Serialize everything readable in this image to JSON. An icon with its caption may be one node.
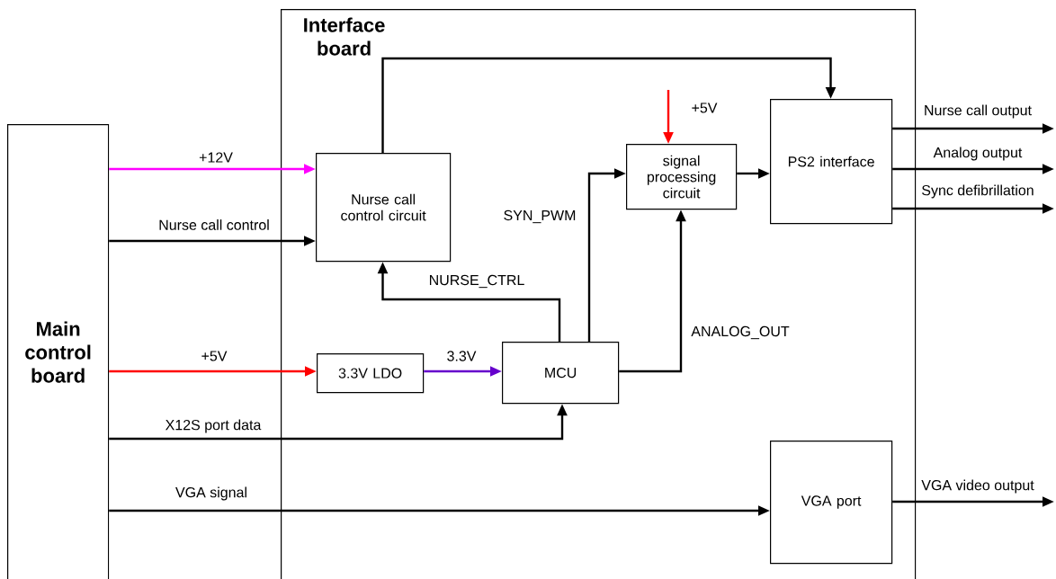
{
  "diagram": {
    "nodes": [
      {
        "text": [
          "Main control board"
        ]
      },
      {
        "text": [
          "Interface board"
        ]
      },
      {
        "text": [
          "Nurse call control circuit"
        ],
        "in": 1
      },
      {
        "text": [
          "signal processing circuit"
        ],
        "in": 1
      },
      {
        "text": [
          "PS2 interface"
        ],
        "in": 1
      },
      {
        "text": [
          "3.3V LDO"
        ],
        "in": 1
      },
      {
        "text": [
          "MCU"
        ],
        "in": 1
      },
      {
        "text": [
          "VGA port"
        ],
        "in": 1
      }
    ],
    "edges": [
      {
        "from": 0,
        "to": 2,
        "arrow": "to",
        "label": "+12V",
        "color": "#ff00ff"
      },
      {
        "from": 0,
        "to": 2,
        "arrow": "to",
        "label": "Nurse call control"
      },
      {
        "from": 0,
        "to": 5,
        "arrow": "to",
        "label": "+5V",
        "color": "#ff0000"
      },
      {
        "from": 5,
        "to": 6,
        "arrow": "to",
        "label": "3.3V",
        "color": "#6600cc"
      },
      {
        "from": 0,
        "to": 6,
        "arrow": "to",
        "label": "X12S port data"
      },
      {
        "from": 0,
        "to": 7,
        "arrow": "to",
        "label": "VGA signal"
      },
      {
        "from": 2,
        "to": 4,
        "arrow": "to"
      },
      {
        "from": 6,
        "to": 2,
        "arrow": "to",
        "label": "NURSE_CTRL"
      },
      {
        "from": 6,
        "to": 3,
        "arrow": "to",
        "label": "SYN_PWM"
      },
      {
        "from": 6,
        "to": 3,
        "arrow": "to",
        "label": "ANALOG_OUT"
      },
      {
        "from": 3,
        "to": 4,
        "arrow": "to"
      },
      {
        "from": null,
        "to": 3,
        "arrow": "to",
        "label": "+5V",
        "color": "#ff0000"
      },
      {
        "from": 4,
        "to": null,
        "arrow": "to",
        "label": "Nurse call output"
      },
      {
        "from": 4,
        "to": null,
        "arrow": "to",
        "label": "Analog output"
      },
      {
        "from": 4,
        "to": null,
        "arrow": "to",
        "label": "Sync defibrillation"
      },
      {
        "from": 7,
        "to": null,
        "arrow": "to",
        "label": "VGA video output"
      }
    ]
  }
}
